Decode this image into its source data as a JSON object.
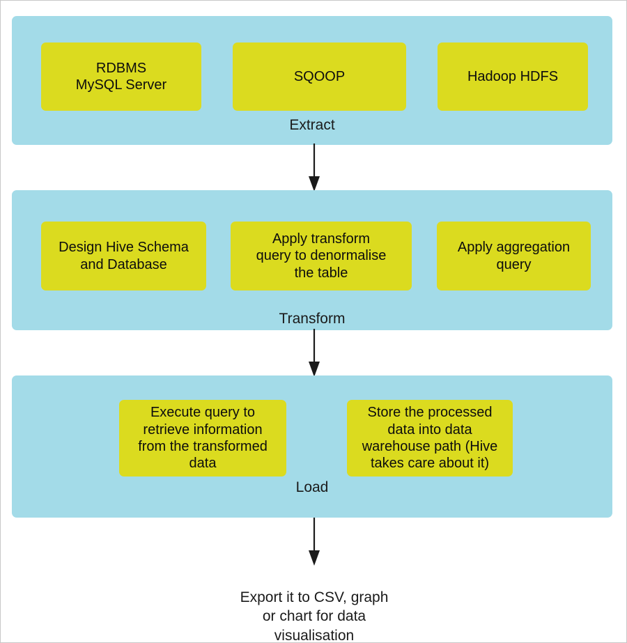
{
  "diagram": {
    "title": "ETL pipeline diagram",
    "colors": {
      "band_fill": "#a3dbe8",
      "node_fill": "#dbdb1f",
      "text": "#0d0d0d",
      "arrow": "#1a1a1a",
      "background": "#ffffff",
      "frame_border": "#c8c8c8"
    },
    "stages": [
      {
        "label": "Extract",
        "nodes": [
          {
            "text": "RDBMS\nMySQL Server"
          },
          {
            "text": "SQOOP"
          },
          {
            "text": "Hadoop HDFS"
          }
        ]
      },
      {
        "label": "Transform",
        "nodes": [
          {
            "text": "Design Hive Schema\nand Database"
          },
          {
            "text": "Apply transform\nquery to denormalise\nthe table"
          },
          {
            "text": "Apply aggregation\nquery"
          }
        ]
      },
      {
        "label": "Load",
        "nodes": [
          {
            "text": "Execute query to\nretrieve information\nfrom the transformed\ndata"
          },
          {
            "text": "Store the processed\ndata into data\nwarehouse path (Hive\ntakes care about it)"
          }
        ]
      }
    ],
    "connectors": [
      {
        "name": "extract-to-transform"
      },
      {
        "name": "transform-to-load"
      },
      {
        "name": "load-to-export"
      }
    ],
    "output": {
      "text": "Export it to CSV, graph\nor chart for data\nvisualisation"
    }
  }
}
